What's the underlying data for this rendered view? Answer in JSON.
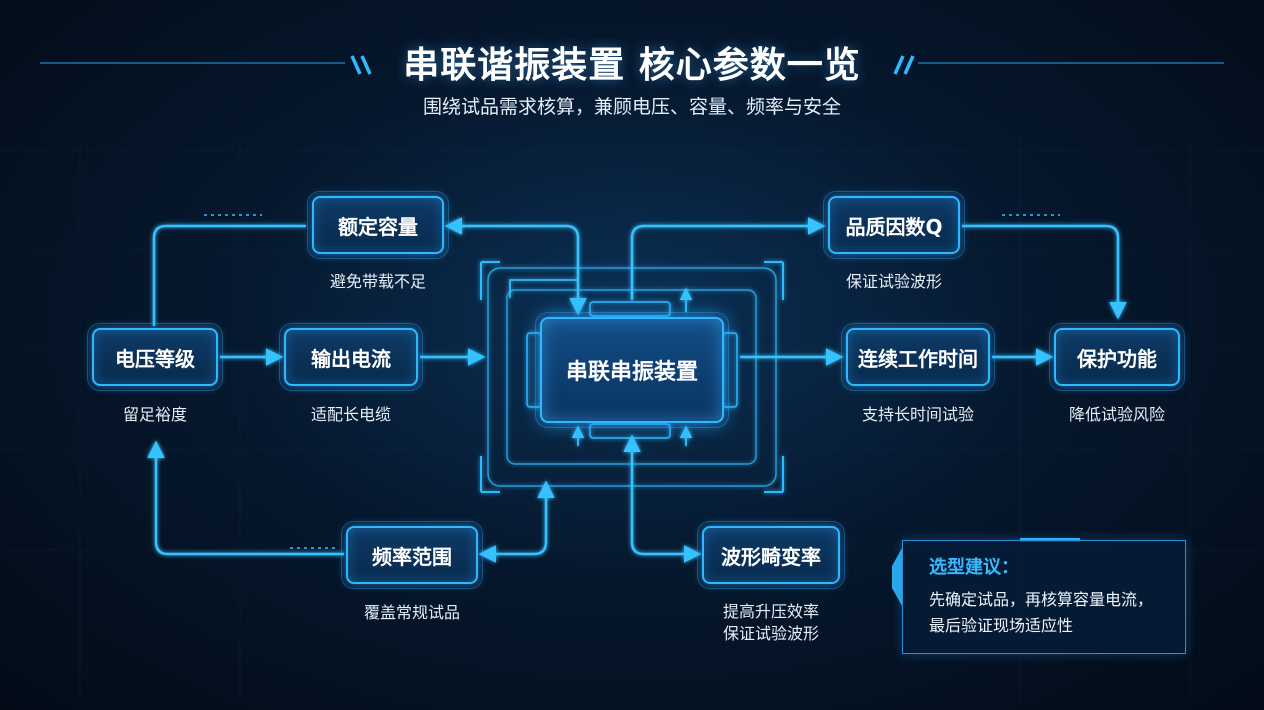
{
  "header": {
    "title": "串联谐振装置 核心参数一览",
    "subtitle": "围绕试品需求核算，兼顾电压、容量、频率与安全"
  },
  "nodes": {
    "core": "串联串振装置",
    "capacity": "额定容量",
    "quality": "品质因数Q",
    "voltage": "电压等级",
    "current": "输出电流",
    "continuous": "连续工作时间",
    "protection": "保护功能",
    "frequency": "频率范围",
    "distortion": "波形畸变率"
  },
  "captions": {
    "capacity": "避免带载不足",
    "quality": "保证试验波形",
    "voltage": "留足裕度",
    "current": "适配长电缆",
    "continuous": "支持长时间试验",
    "protection": "降低试验风险",
    "frequency": "覆盖常规试品",
    "distortion_line1": "提高升压效率",
    "distortion_line2": "保证试验波形"
  },
  "advice": {
    "title": "选型建议：",
    "line1": "先确定试品，再核算容量电流，",
    "line2": "最后验证现场适应性"
  },
  "colors": {
    "accent": "#2fb8ff",
    "arrow": "#36c2ff",
    "advice_title": "#39b9ff"
  }
}
